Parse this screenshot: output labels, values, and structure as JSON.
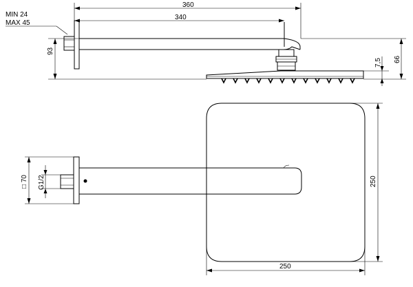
{
  "notes": {
    "min": "MIN  24",
    "max": "MAX 45"
  },
  "dimensions": {
    "overall_length": "360",
    "arm_length": "340",
    "arm_height": "93",
    "head_height": "66",
    "head_thickness": "7,5",
    "head_depth": "250",
    "head_width": "250",
    "flange_square": "□ 70",
    "thread": "G1/2"
  }
}
